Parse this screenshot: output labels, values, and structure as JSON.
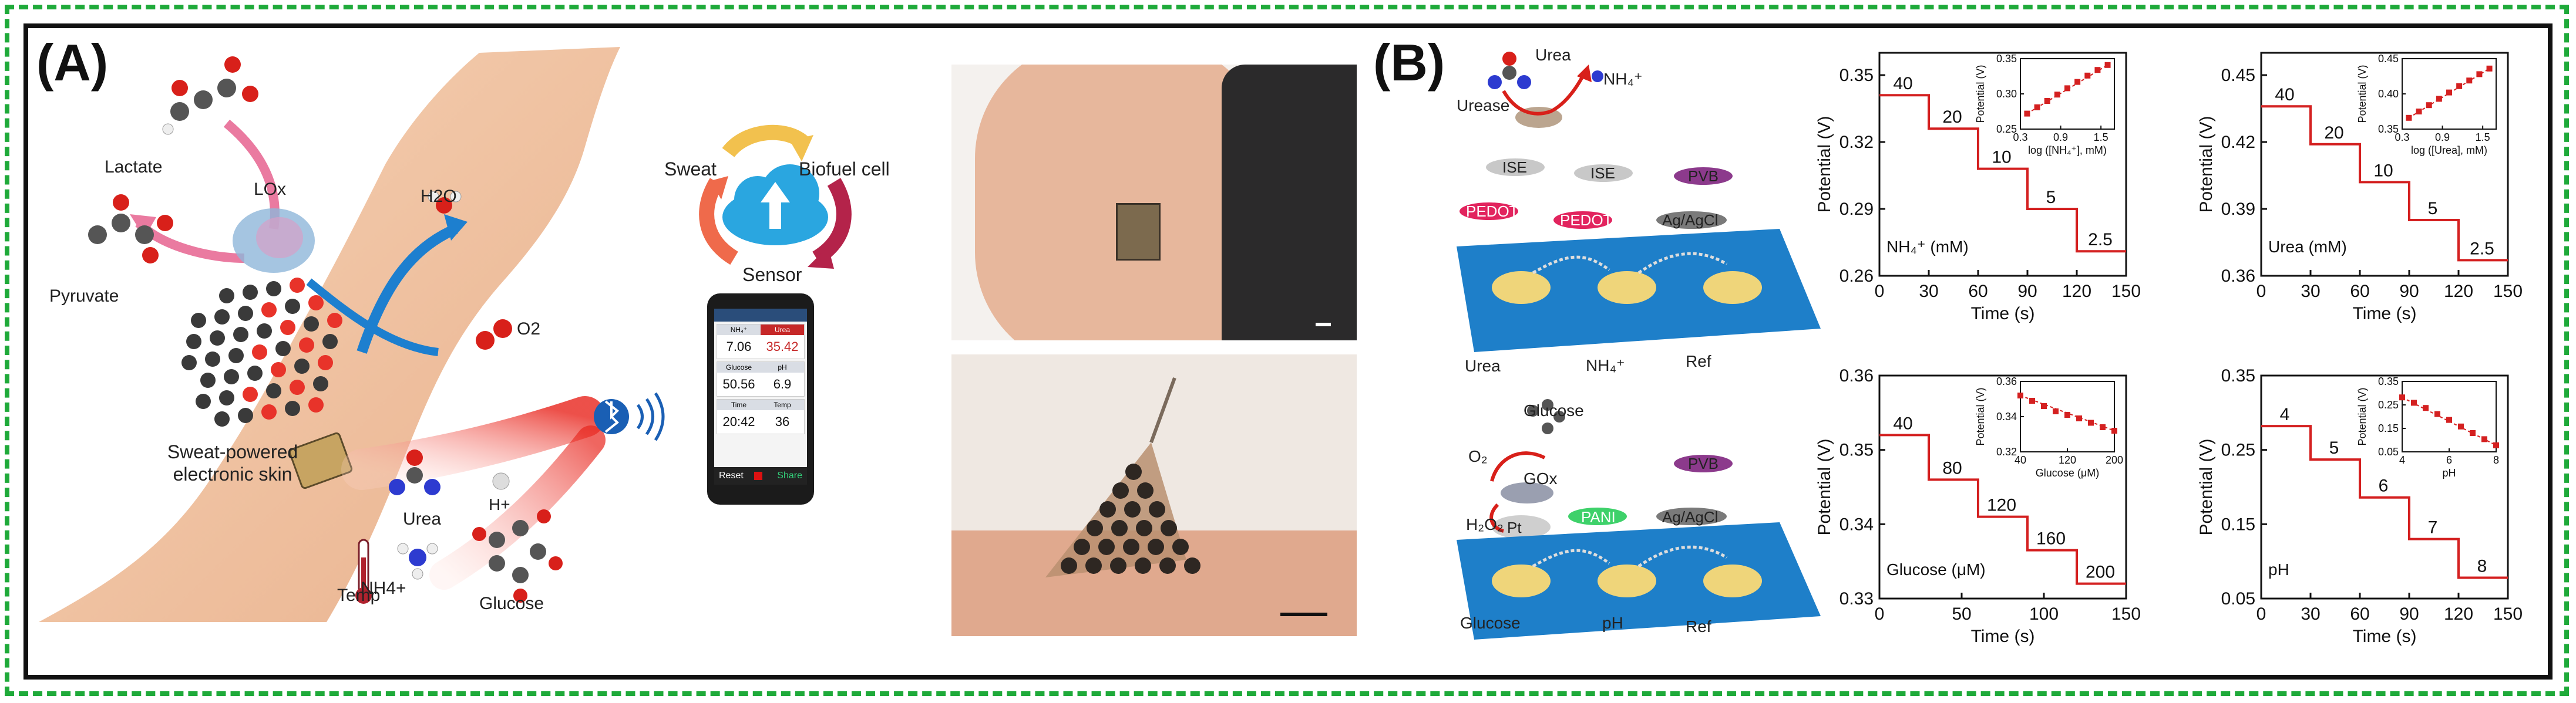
{
  "panels": {
    "a": "(A)",
    "b": "(B)"
  },
  "panel_a": {
    "molecules": {
      "lactate": "Lactate",
      "pyruvate": "Pyruvate",
      "lox": "LOx",
      "h2o": "H2O",
      "o2": "O2",
      "urea": "Urea",
      "nh4": "NH4+",
      "h": "H+",
      "glucose": "Glucose",
      "temp": "Temp"
    },
    "skin_label_1": "Sweat-powered",
    "skin_label_2": "electronic skin",
    "cycle": {
      "sweat": "Sweat",
      "biofuel": "Biofuel cell",
      "sensor": "Sensor"
    },
    "phone": {
      "rows": [
        {
          "left": "NH₄⁺",
          "right": "Urea",
          "left_val": "7.06",
          "right_val": "35.42"
        },
        {
          "left": "Glucose",
          "right": "pH",
          "left_val": "50.56",
          "right_val": "6.9"
        },
        {
          "left": "Time",
          "right": "Temp",
          "left_val": "20:42",
          "right_val": "36"
        }
      ],
      "reset": "Reset",
      "share": "Share"
    }
  },
  "panel_b": {
    "top_scheme": {
      "urea": "Urea",
      "urease": "Urease",
      "nh4": "NH₄⁺",
      "ise1": "ISE",
      "ise2": "ISE",
      "pvb": "PVB",
      "pedot1": "PEDOT",
      "pedot2": "PEDOT",
      "agagcl": "Ag/AgCl",
      "e1": "Urea",
      "e2": "NH₄⁺",
      "e3": "Ref"
    },
    "bottom_scheme": {
      "glucose": "Glucose",
      "o2": "O₂",
      "gox": "GOx",
      "h2o2": "H₂O₂",
      "pt": "Pt",
      "pani": "PANI",
      "pvb": "PVB",
      "agagcl": "Ag/AgCl",
      "e1": "Glucose",
      "e2": "pH",
      "e3": "Ref"
    }
  },
  "chart_data": [
    {
      "type": "line",
      "id": "nh4",
      "xlabel": "Time (s)",
      "ylabel": "Potential (V)",
      "xlim": [
        0,
        150
      ],
      "ylim": [
        0.26,
        0.36
      ],
      "xticks": [
        0,
        30,
        60,
        90,
        120,
        150
      ],
      "yticks": [
        0.26,
        0.29,
        0.32,
        0.35
      ],
      "ytick_labels": [
        "0.26",
        "0.29",
        "0.32",
        "0.35"
      ],
      "steps": [
        {
          "x0": 0,
          "x1": 30,
          "y": 0.341,
          "label": "40"
        },
        {
          "x0": 30,
          "x1": 60,
          "y": 0.326,
          "label": "20"
        },
        {
          "x0": 60,
          "x1": 90,
          "y": 0.308,
          "label": "10"
        },
        {
          "x0": 90,
          "x1": 120,
          "y": 0.29,
          "label": "5"
        },
        {
          "x0": 120,
          "x1": 150,
          "y": 0.271,
          "label": "2.5"
        }
      ],
      "annotation": "NH₄⁺ (mM)",
      "inset": {
        "xlabel": "log ([NH₄⁺], mM)",
        "ylabel": "Potential (V)",
        "xlim": [
          0.3,
          1.7
        ],
        "ylim": [
          0.25,
          0.35
        ],
        "xticks": [
          0.3,
          0.9,
          1.5
        ],
        "xtick_labels": [
          "0.3",
          "0.9",
          "1.5"
        ],
        "yticks": [
          0.25,
          0.3,
          0.35
        ],
        "ytick_labels": [
          "0.25",
          "0.30",
          "0.35"
        ],
        "x": [
          0.4,
          0.55,
          0.7,
          0.85,
          1.0,
          1.15,
          1.3,
          1.45,
          1.6
        ],
        "y": [
          0.272,
          0.281,
          0.29,
          0.299,
          0.308,
          0.317,
          0.326,
          0.334,
          0.341
        ]
      }
    },
    {
      "type": "line",
      "id": "urea",
      "xlabel": "Time (s)",
      "ylabel": "Potential (V)",
      "xlim": [
        0,
        150
      ],
      "ylim": [
        0.36,
        0.46
      ],
      "xticks": [
        0,
        30,
        60,
        90,
        120,
        150
      ],
      "yticks": [
        0.36,
        0.39,
        0.42,
        0.45
      ],
      "ytick_labels": [
        "0.36",
        "0.39",
        "0.42",
        "0.45"
      ],
      "steps": [
        {
          "x0": 0,
          "x1": 30,
          "y": 0.436,
          "label": "40"
        },
        {
          "x0": 30,
          "x1": 60,
          "y": 0.419,
          "label": "20"
        },
        {
          "x0": 60,
          "x1": 90,
          "y": 0.402,
          "label": "10"
        },
        {
          "x0": 90,
          "x1": 120,
          "y": 0.385,
          "label": "5"
        },
        {
          "x0": 120,
          "x1": 150,
          "y": 0.367,
          "label": "2.5"
        }
      ],
      "annotation": "Urea (mM)",
      "inset": {
        "xlabel": "log ([Urea], mM)",
        "ylabel": "Potential (V)",
        "xlim": [
          0.3,
          1.7
        ],
        "ylim": [
          0.35,
          0.45
        ],
        "xticks": [
          0.3,
          0.9,
          1.5
        ],
        "xtick_labels": [
          "0.3",
          "0.9",
          "1.5"
        ],
        "yticks": [
          0.35,
          0.4,
          0.45
        ],
        "ytick_labels": [
          "0.35",
          "0.40",
          "0.45"
        ],
        "x": [
          0.4,
          0.55,
          0.7,
          0.85,
          1.0,
          1.15,
          1.3,
          1.45,
          1.6
        ],
        "y": [
          0.366,
          0.375,
          0.384,
          0.393,
          0.402,
          0.411,
          0.419,
          0.428,
          0.436
        ]
      }
    },
    {
      "type": "line",
      "id": "glucose",
      "xlabel": "Time (s)",
      "ylabel": "Potential (V)",
      "xlim": [
        0,
        150
      ],
      "ylim": [
        0.33,
        0.36
      ],
      "xticks": [
        0,
        50,
        100,
        150
      ],
      "yticks": [
        0.33,
        0.34,
        0.35,
        0.36
      ],
      "ytick_labels": [
        "0.33",
        "0.34",
        "0.35",
        "0.36"
      ],
      "steps": [
        {
          "x0": 0,
          "x1": 30,
          "y": 0.352,
          "label": "40"
        },
        {
          "x0": 30,
          "x1": 60,
          "y": 0.346,
          "label": "80"
        },
        {
          "x0": 60,
          "x1": 90,
          "y": 0.341,
          "label": "120"
        },
        {
          "x0": 90,
          "x1": 120,
          "y": 0.3365,
          "label": "160"
        },
        {
          "x0": 120,
          "x1": 150,
          "y": 0.332,
          "label": "200"
        }
      ],
      "annotation": "Glucose (μM)",
      "inset": {
        "xlabel": "Glucose (μM)",
        "ylabel": "Potential (V)",
        "xlim": [
          40,
          200
        ],
        "ylim": [
          0.32,
          0.36
        ],
        "xticks": [
          40,
          120,
          200
        ],
        "xtick_labels": [
          "40",
          "120",
          "200"
        ],
        "yticks": [
          0.32,
          0.34,
          0.36
        ],
        "ytick_labels": [
          "0.32",
          "0.34",
          "0.36"
        ],
        "x": [
          40,
          60,
          80,
          100,
          120,
          140,
          160,
          180,
          200
        ],
        "y": [
          0.352,
          0.349,
          0.346,
          0.343,
          0.341,
          0.339,
          0.3365,
          0.334,
          0.332
        ]
      }
    },
    {
      "type": "line",
      "id": "ph",
      "xlabel": "Time (s)",
      "ylabel": "Potential (V)",
      "xlim": [
        0,
        150
      ],
      "ylim": [
        0.05,
        0.35
      ],
      "xticks": [
        0,
        30,
        60,
        90,
        120,
        150
      ],
      "yticks": [
        0.05,
        0.15,
        0.25,
        0.35
      ],
      "ytick_labels": [
        "0.05",
        "0.15",
        "0.25",
        "0.35"
      ],
      "steps": [
        {
          "x0": 0,
          "x1": 30,
          "y": 0.282,
          "label": "4"
        },
        {
          "x0": 30,
          "x1": 60,
          "y": 0.237,
          "label": "5"
        },
        {
          "x0": 60,
          "x1": 90,
          "y": 0.186,
          "label": "6"
        },
        {
          "x0": 90,
          "x1": 120,
          "y": 0.13,
          "label": "7"
        },
        {
          "x0": 120,
          "x1": 150,
          "y": 0.078,
          "label": "8"
        }
      ],
      "annotation": "pH",
      "inset": {
        "xlabel": "pH",
        "ylabel": "Potential (V)",
        "xlim": [
          4,
          8
        ],
        "ylim": [
          0.05,
          0.35
        ],
        "xticks": [
          4,
          6,
          8
        ],
        "xtick_labels": [
          "4",
          "6",
          "8"
        ],
        "yticks": [
          0.05,
          0.15,
          0.25,
          0.35
        ],
        "ytick_labels": [
          "0.05",
          "0.15",
          "0.25",
          "0.35"
        ],
        "x": [
          4,
          4.5,
          5,
          5.5,
          6,
          6.5,
          7,
          7.5,
          8
        ],
        "y": [
          0.282,
          0.259,
          0.237,
          0.211,
          0.186,
          0.158,
          0.13,
          0.104,
          0.078
        ]
      }
    }
  ]
}
